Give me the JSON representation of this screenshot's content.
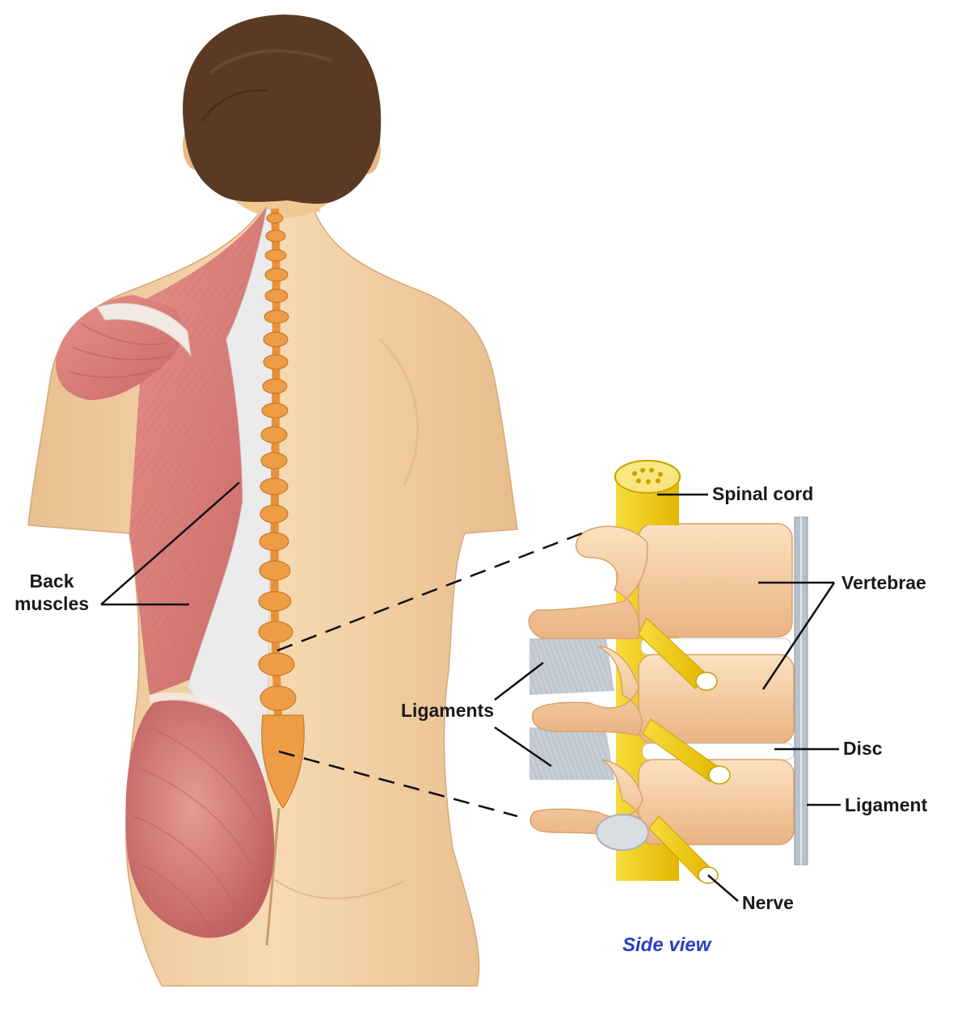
{
  "labels": {
    "back_muscles_line1": "Back",
    "back_muscles_line2": "muscles",
    "spinal_cord": "Spinal cord",
    "vertebrae": "Vertebrae",
    "ligaments": "Ligaments",
    "disc": "Disc",
    "ligament": "Ligament",
    "nerve": "Nerve",
    "side_view": "Side view"
  },
  "colors": {
    "skin": "#f3d2a6",
    "skin_shadow": "#dfb385",
    "hair": "#5a3a22",
    "muscle": "#d97f7c",
    "muscle_dark": "#b85a5a",
    "fascia": "#e9e6e6",
    "spine": "#e8913a",
    "vertebra": "#f6cfa2",
    "vertebra_shade": "#e5ad78",
    "disc": "#ffffff",
    "nerve": "#f4cf12",
    "ligament_band": "#b9c2cc",
    "caption_blue": "#2a3fc2"
  }
}
